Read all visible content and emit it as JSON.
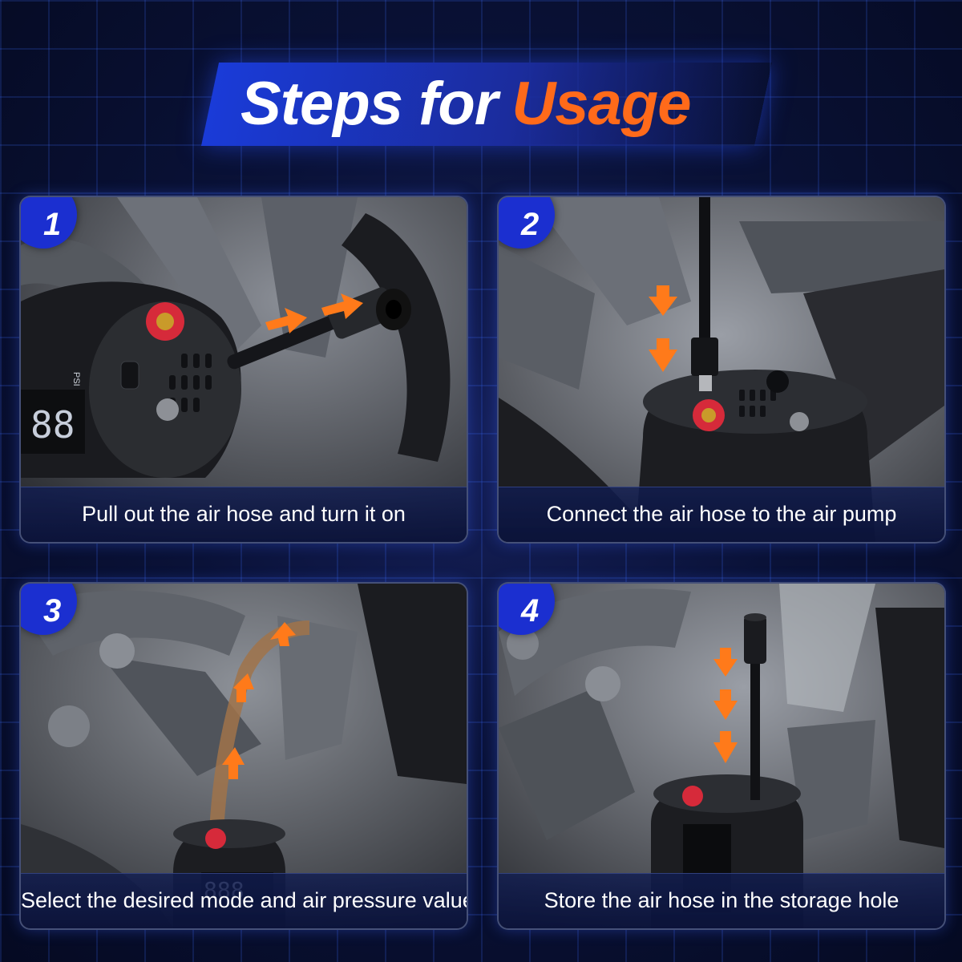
{
  "title": {
    "word1": "Steps for",
    "word2": "Usage"
  },
  "steps": [
    {
      "number": "1",
      "caption": "Pull out the air hose and turn it on"
    },
    {
      "number": "2",
      "caption": "Connect the air hose to the air pump"
    },
    {
      "number": "3",
      "caption": "Select the desired mode and air pressure value"
    },
    {
      "number": "4",
      "caption": "Store the air hose in the storage hole"
    }
  ],
  "device": {
    "unit_label": "PSI"
  },
  "colors": {
    "accent_orange": "#ff6a1a",
    "brand_blue": "#1b2fd0",
    "background": "#0a1238"
  },
  "icons": [
    "arrow-right-icon",
    "arrow-down-icon",
    "arrow-up-icon"
  ]
}
